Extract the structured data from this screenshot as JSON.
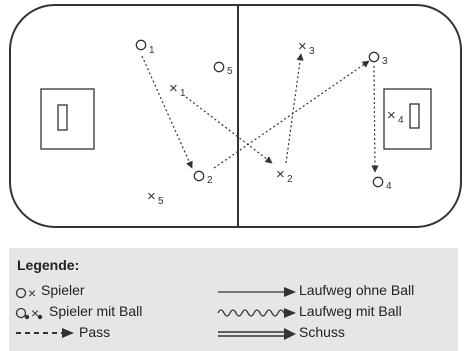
{
  "diagram": {
    "players": [
      {
        "id": "o1",
        "symbol": "O",
        "sub": "1"
      },
      {
        "id": "o2",
        "symbol": "O",
        "sub": "2"
      },
      {
        "id": "o3",
        "symbol": "O",
        "sub": "3"
      },
      {
        "id": "o4",
        "symbol": "O",
        "sub": "4"
      },
      {
        "id": "o5",
        "symbol": "O",
        "sub": "5"
      },
      {
        "id": "x1",
        "symbol": "×",
        "sub": "1"
      },
      {
        "id": "x2",
        "symbol": "×",
        "sub": "2"
      },
      {
        "id": "x3",
        "symbol": "×",
        "sub": "3"
      },
      {
        "id": "x4",
        "symbol": "×",
        "sub": "4"
      },
      {
        "id": "x5",
        "symbol": "×",
        "sub": "5"
      }
    ]
  },
  "legend": {
    "title": "Legende:",
    "spieler": "Spieler",
    "spieler_mit_ball": "Spieler mit Ball",
    "pass": "Pass",
    "laufweg_ohne_ball": "Laufweg ohne Ball",
    "laufweg_mit_ball": "Laufweg mit Ball",
    "schuss": "Schuss"
  }
}
